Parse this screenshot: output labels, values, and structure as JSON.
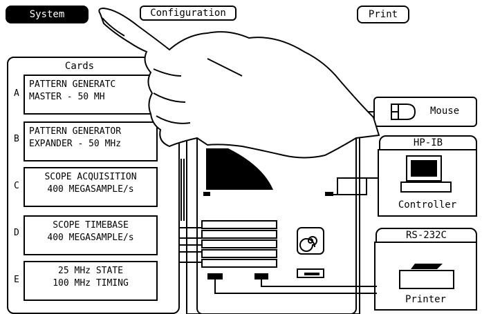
{
  "top_menu": {
    "system_label": "System",
    "configuration_label": "Configuration",
    "print_label": "Print"
  },
  "cards_panel": {
    "title": "Cards",
    "cards": [
      {
        "slot": "A",
        "line1": "PATTERN GENERATC",
        "line2": "MASTER  -  50 MH"
      },
      {
        "slot": "B",
        "line1": "PATTERN GENERATOR",
        "line2": "EXPANDER - 50 MHz"
      },
      {
        "slot": "C",
        "line1": "SCOPE ACQUISITION",
        "line2": "400 MEGASAMPLE/s"
      },
      {
        "slot": "D",
        "line1": "SCOPE TIMEBASE",
        "line2": "400 MEGASAMPLE/s"
      },
      {
        "slot": "E",
        "line1": "25 MHz STATE",
        "line2": "100 MHz TIMING"
      }
    ]
  },
  "peripherals": {
    "mouse_label": "Mouse",
    "hpib_title": "HP-IB",
    "controller_label": "Controller",
    "rs232_title": "RS-232C",
    "printer_label": "Printer"
  },
  "icons": [
    "mouse-icon",
    "controller-icon",
    "printer-icon",
    "spiral-logo-icon",
    "hand-pointer-icon"
  ],
  "colors": {
    "foreground": "#000000",
    "background": "#ffffff"
  }
}
